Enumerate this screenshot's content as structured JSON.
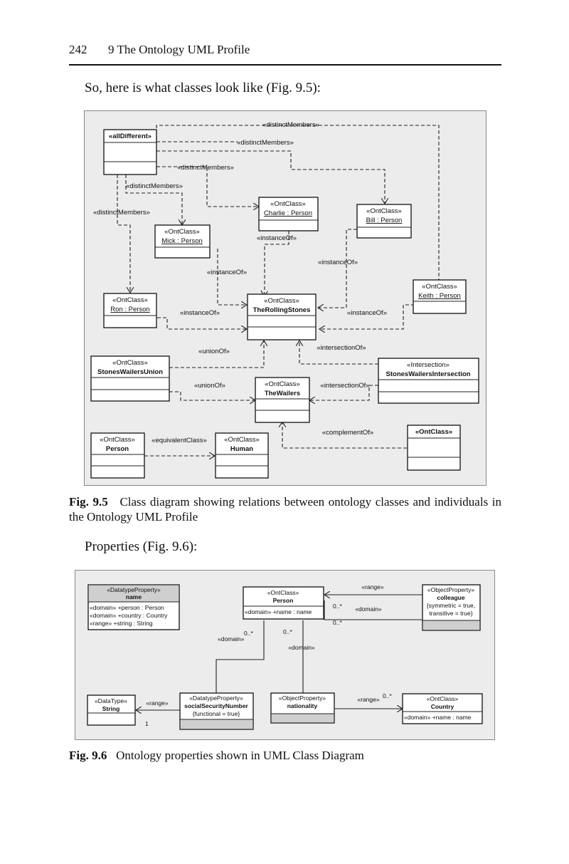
{
  "header": {
    "page_number": "242",
    "chapter_title": "9 The Ontology UML Profile"
  },
  "intro_classes": "So, here is what classes look like (Fig. 9.5):",
  "fig95": {
    "boxes": {
      "all_different": "«allDifferent»",
      "charlie_stereo": "«OntClass»",
      "charlie_name": "Charlie : Person",
      "bill_stereo": "«OntClass»",
      "bill_name": "Bill : Person",
      "mick_stereo": "«OntClass»",
      "mick_name": "Mick : Person",
      "keith_stereo": "«OntClass»",
      "keith_name": "Keith : Person",
      "ron_stereo": "«OntClass»",
      "ron_name": "Ron : Person",
      "stones_stereo": "«OntClass»",
      "stones_name": "TheRollingStones",
      "union_stereo": "«OntClass»",
      "union_name": "StonesWailersUnion",
      "inter_stereo": "«Intersection»",
      "inter_name": "StonesWailersIntersection",
      "wailers_stereo": "«OntClass»",
      "wailers_name": "TheWailers",
      "person_stereo": "«OntClass»",
      "person_name": "Person",
      "human_stereo": "«OntClass»",
      "human_name": "Human",
      "complement_stereo": "«OntClass»"
    },
    "labels": {
      "distinct1": "«distinctMembers»",
      "distinct2": "«distinctMembers»",
      "distinct3": "«distinctMembers»",
      "distinct4": "«distinctMembers»",
      "distinct5": "«distinctMembers»",
      "instance_charlie": "«instanceOf»",
      "instance_bill": "«instanceOf»",
      "instance_mick": "«instanceOf»",
      "instance_ron": "«instanceOf»",
      "instance_keith": "«instanceOf»",
      "union1": "«unionOf»",
      "union2": "«unionOf»",
      "inter1": "«intersectionOf»",
      "inter2": "«intersectionOf»",
      "equivalent": "«equivalentClass»",
      "complement": "«complementOf»"
    }
  },
  "caption95": {
    "label": "Fig. 9.5",
    "text": "Class diagram showing relations between ontology classes and individuals in the Ontology UML Profile"
  },
  "intro_properties": "Properties (Fig. 9.6):",
  "fig96": {
    "name_box": {
      "stereo": "«DatatypeProperty»",
      "name": "name",
      "attr1": "«domain» +person : Person",
      "attr2": "«domain» +country : Country",
      "attr3": "«range» +string : String"
    },
    "person_box": {
      "stereo": "«OntClass»",
      "name": "Person",
      "attr": "«domain» +name : name"
    },
    "colleague_box": {
      "stereo": "«ObjectProperty»",
      "name": "colleague",
      "constraint1": "{symmetric = true,",
      "constraint2": "transitive = true}"
    },
    "string_box": {
      "stereo": "«DataType»",
      "name": "String"
    },
    "ssn_box": {
      "stereo": "«DatatypeProperty»",
      "name": "socialSecurityNumber",
      "constraint": "{functional = true}"
    },
    "nationality_box": {
      "stereo": "«ObjectProperty»",
      "name": "nationality"
    },
    "country_box": {
      "stereo": "«OntClass»",
      "name": "Country",
      "attr": "«domain» +name : name"
    },
    "labels": {
      "range_top": "«range»",
      "domain_right": "«domain»",
      "mult_a": "0..*",
      "mult_b": "0..*",
      "domain_left": "«domain»",
      "mult_c": "0..*",
      "mult_d": "0..*",
      "domain_mid": "«domain»",
      "range_left": "«range»",
      "mult_one": "1",
      "range_bottom": "«range»",
      "mult_e": "0..*"
    }
  },
  "caption96": {
    "label": "Fig. 9.6",
    "text": "Ontology properties shown in UML Class Diagram"
  }
}
